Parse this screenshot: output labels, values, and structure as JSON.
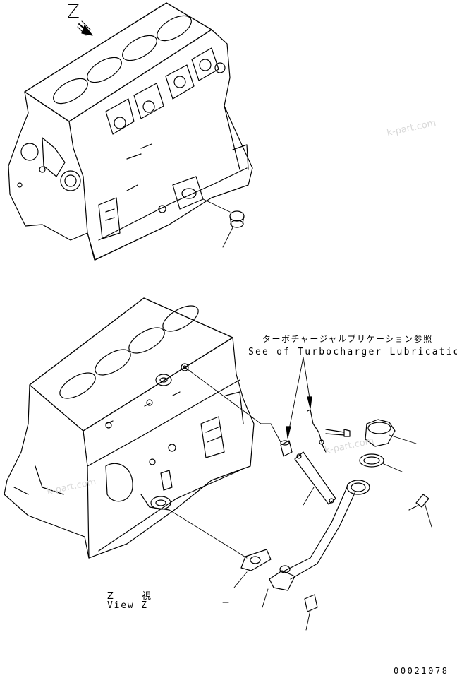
{
  "view_marker": "Z",
  "watermarks": [
    "k-part.com",
    "k-part.com",
    "k-part.com"
  ],
  "reference_note": {
    "japanese": "ターボチャージャルブリケーション参照",
    "english": "See of Turbocharger Lubrication"
  },
  "view_caption": {
    "japanese": "Z 視",
    "english": "View Z"
  },
  "document_number": "00021078"
}
